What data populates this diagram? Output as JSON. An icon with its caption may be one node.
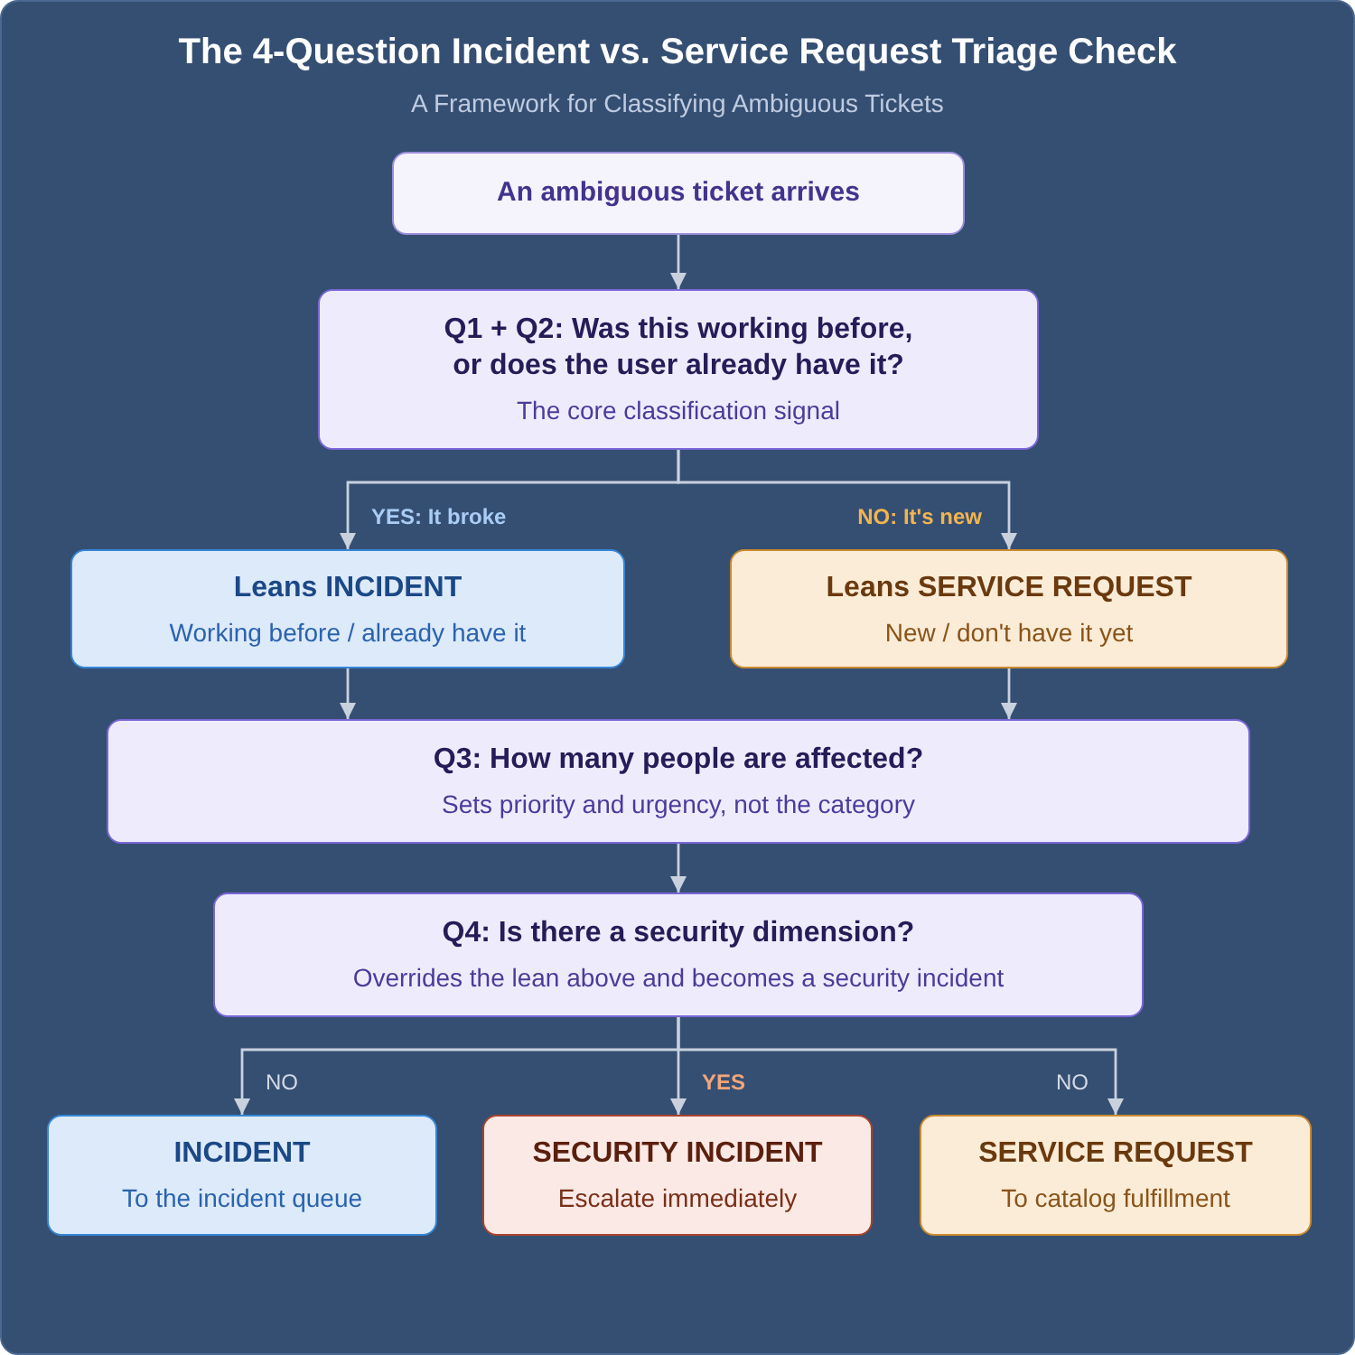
{
  "diagram": {
    "title": "The 4-Question Incident vs. Service Request Triage Check",
    "nodes": [
      {
        "text": [
          "An ambiguous ticket arrives"
        ]
      },
      {
        "text": [
          "Q1 + Q2: Was this working before, or does the user already have it?",
          "The core classification signal"
        ]
      },
      {
        "text": [
          "Leans INCIDENT",
          "Working before / already have it"
        ]
      },
      {
        "text": [
          "Leans SERVICE REQUEST",
          "New / don't have it yet"
        ]
      },
      {
        "text": [
          "Q3: How many people are affected?",
          "Sets priority and urgency, not the category"
        ]
      },
      {
        "text": [
          "Q4: Is there a security dimension?",
          "Overrides the lean above and becomes a security incident"
        ]
      },
      {
        "text": [
          "INCIDENT",
          "To the incident queue"
        ]
      },
      {
        "text": [
          "SECURITY INCIDENT",
          "Escalate immediately"
        ]
      },
      {
        "text": [
          "SERVICE REQUEST",
          "To catalog fulfillment"
        ]
      }
    ],
    "edges": [
      {
        "from": 0,
        "to": 1,
        "arrow": "to"
      },
      {
        "from": 1,
        "to": 2,
        "arrow": "to",
        "label": "YES: It broke"
      },
      {
        "from": 1,
        "to": 3,
        "arrow": "to",
        "label": "NO: It's new"
      },
      {
        "from": 2,
        "to": 4,
        "arrow": "to"
      },
      {
        "from": 3,
        "to": 4,
        "arrow": "to"
      },
      {
        "from": 4,
        "to": 5,
        "arrow": "to"
      },
      {
        "from": 5,
        "to": 6,
        "arrow": "to",
        "label": "NO"
      },
      {
        "from": 5,
        "to": 7,
        "arrow": "to",
        "label": "YES"
      },
      {
        "from": 5,
        "to": 8,
        "arrow": "to",
        "label": "NO"
      }
    ],
    "labels": [
      "A Framework for Classifying Ambiguous Tickets"
    ]
  }
}
